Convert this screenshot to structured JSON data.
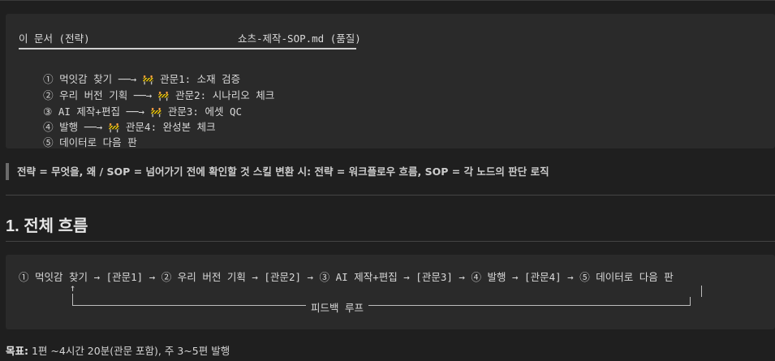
{
  "code_block": {
    "header_left": "이 문서 (전략)",
    "header_right": "쇼츠-제작-SOP.md (품질)",
    "gate_icon": "construction-barrier-icon",
    "steps": [
      {
        "num": "①",
        "task": "먹잇감 찾기",
        "arrow": "──→",
        "gate": "관문1:",
        "check": "소재 검증"
      },
      {
        "num": "②",
        "task": "우리 버전 기획",
        "arrow": "──→",
        "gate": "관문2:",
        "check": "시나리오 체크"
      },
      {
        "num": "③",
        "task": "AI 제작+편집",
        "arrow": "──→",
        "gate": "관문3:",
        "check": "에셋 QC"
      },
      {
        "num": "④",
        "task": "발행",
        "arrow": "──→",
        "gate": "관문4:",
        "check": "완성본 체크"
      },
      {
        "num": "⑤",
        "task": "데이터로 다음 판",
        "arrow": "",
        "gate": "",
        "check": ""
      }
    ]
  },
  "quote": "전략 = 무엇을, 왜 / SOP = 넘어가기 전에 확인할 것 스킬 변환 시: 전략 = 워크플로우 흐름, SOP = 각 노드의 판단 로직",
  "section_heading": "1. 전체 흐름",
  "flow": {
    "line": "① 먹잇감 찾기 → [관문1] → ② 우리 버전 기획 → [관문2] → ③ AI 제작+편집 → [관문3] → ④ 발행 → [관문4] → ⑤ 데이터로 다음 판",
    "feedback_arrow": "↑",
    "feedback_label": "피드백 루프"
  },
  "goal": {
    "label": "목표:",
    "text": " 1편 ~4시간 20분(관문 포함), 주 3~5편 발행"
  }
}
